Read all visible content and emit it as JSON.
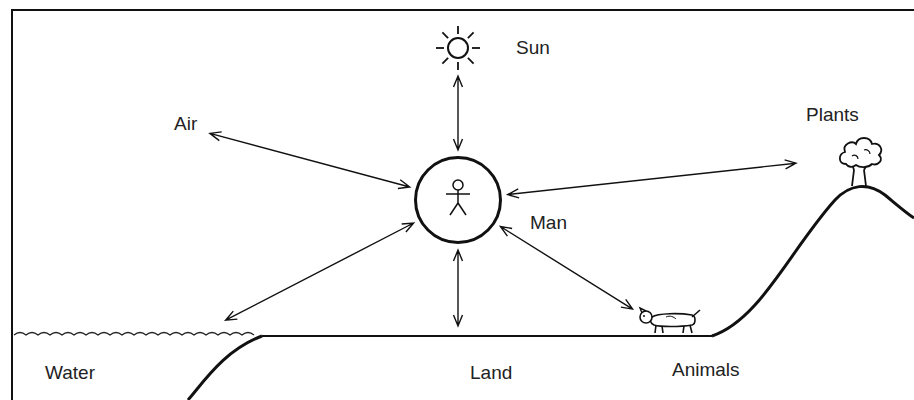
{
  "diagram": {
    "nodes": [
      {
        "text": [
          "Sun"
        ]
      },
      {
        "text": [
          "Air"
        ]
      },
      {
        "text": [
          "Man"
        ]
      },
      {
        "text": [
          "Plants"
        ]
      },
      {
        "text": [
          "Water"
        ]
      },
      {
        "text": [
          "Land"
        ]
      },
      {
        "text": [
          "Animals"
        ]
      }
    ],
    "edges": [
      {
        "from": 2,
        "to": 0,
        "arrow": "both"
      },
      {
        "from": 2,
        "to": 1,
        "arrow": "both"
      },
      {
        "from": 2,
        "to": 3,
        "arrow": "both"
      },
      {
        "from": 2,
        "to": 4,
        "arrow": "both"
      },
      {
        "from": 2,
        "to": 5,
        "arrow": "both"
      },
      {
        "from": 2,
        "to": 6,
        "arrow": "both"
      }
    ]
  }
}
